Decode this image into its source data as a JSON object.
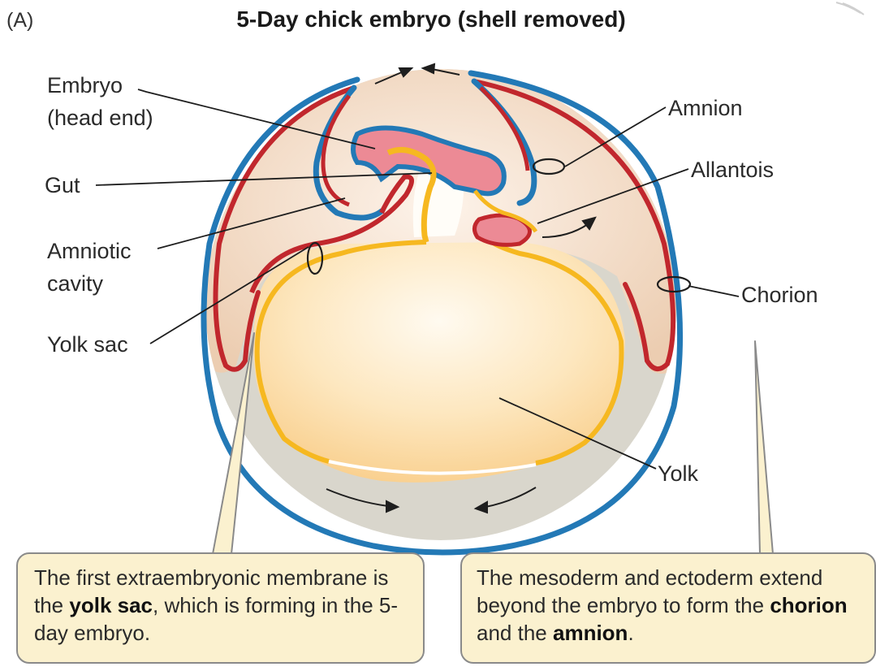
{
  "panel_letter": "(A)",
  "title": "5-Day chick embryo (shell removed)",
  "labels": {
    "embryo_line1": "Embryo",
    "embryo_line2": "(head end)",
    "gut": "Gut",
    "amniotic_line1": "Amniotic",
    "amniotic_line2": "cavity",
    "yolk_sac": "Yolk sac",
    "amnion": "Amnion",
    "allantois": "Allantois",
    "chorion": "Chorion",
    "yolk": "Yolk"
  },
  "callout_left": {
    "part1": "The first extraembryonic membrane is the ",
    "bold": "yolk sac",
    "part2": ", which is forming in the 5-day embryo."
  },
  "callout_right": {
    "part1": "The mesoderm and ectoderm extend beyond the embryo to form the ",
    "bold1": "chorion",
    "part2": " and the ",
    "bold2": "amnion",
    "part3": "."
  },
  "colors": {
    "ectoderm_blue": "#2379b6",
    "mesoderm_red": "#c1272d",
    "endoderm_yellow": "#f6b820",
    "embryo_pink": "#ec8a95",
    "extraembryonic_cavity": "#f3dcc6",
    "yolk": "#fcdca4",
    "albumen_gray": "#d9d6cc",
    "callout_fill": "#fbf1cf"
  }
}
